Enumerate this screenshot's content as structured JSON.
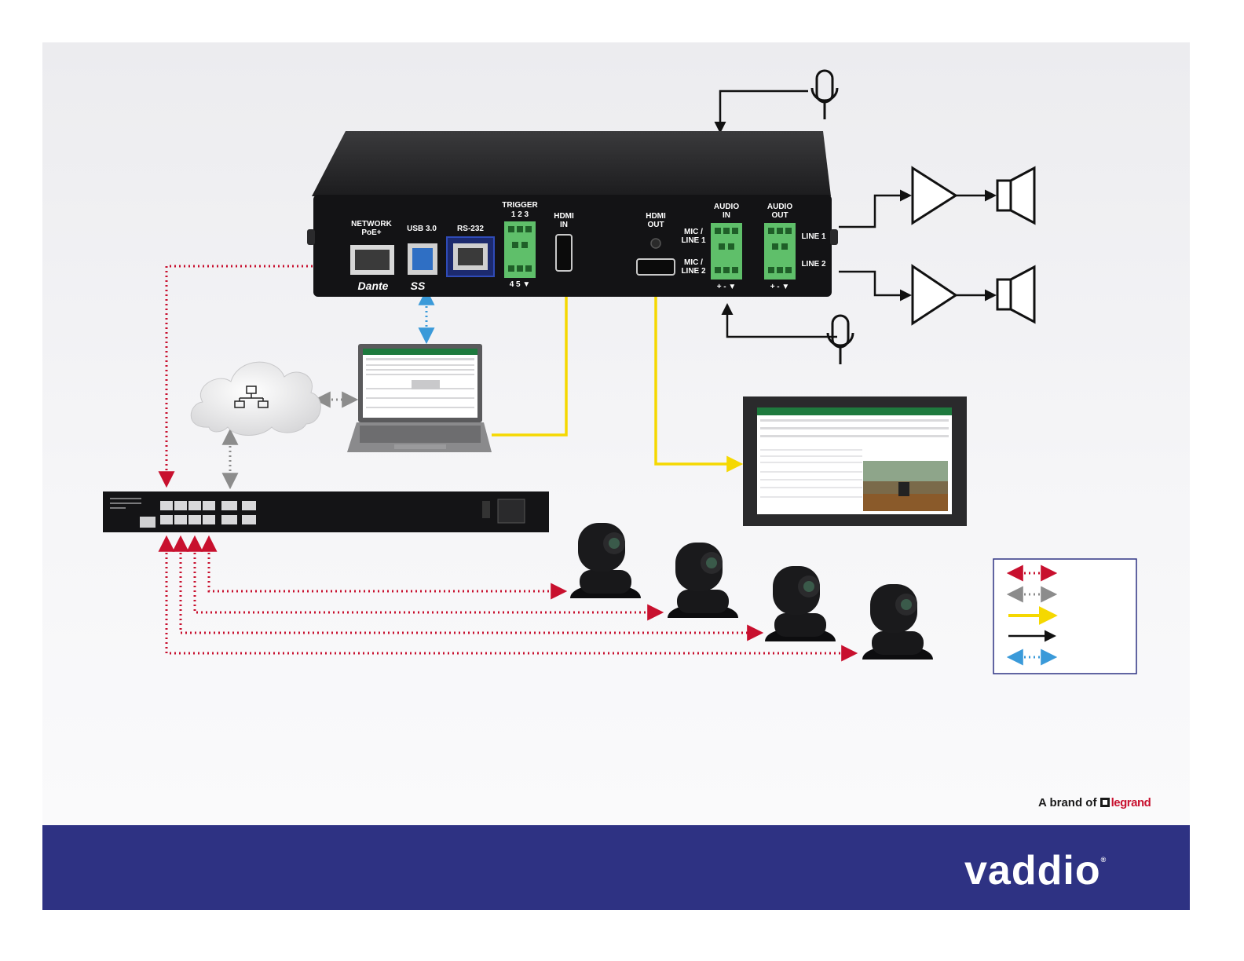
{
  "device": {
    "ports": {
      "network": [
        "NETWORK",
        "PoE+"
      ],
      "dante": "Dante",
      "usb": "USB 3.0",
      "usb_logo": "SS",
      "rs232": "RS-232",
      "trigger": "TRIGGER",
      "trigger_top_pins": "1  2  3",
      "trigger_bottom_pins": "4  5  ▼",
      "hdmi_in": [
        "HDMI",
        "IN"
      ],
      "hdmi_out": [
        "HDMI",
        "OUT"
      ],
      "audio_in": [
        "AUDIO",
        "IN"
      ],
      "audio_out": [
        "AUDIO",
        "OUT"
      ],
      "mic_line_1": [
        "MIC /",
        "LINE 1"
      ],
      "mic_line_2": [
        "MIC /",
        "LINE 2"
      ],
      "line_1": "LINE 1",
      "line_2": "LINE 2",
      "polarity": "+  -  ▼"
    }
  },
  "colors": {
    "network": "#c8102e",
    "usb": "#3a9ad9",
    "hdmi": "#f5d800",
    "audio": "#111111",
    "cloud_link": "#8c8c8c",
    "footer": "#2e3283"
  },
  "icons": [
    "microphone-icon",
    "amplifier-icon",
    "speaker-icon",
    "cloud-network-icon",
    "laptop-icon",
    "display-icon",
    "ptz-camera-icon",
    "network-switch-icon"
  ],
  "legend": {
    "entries": [
      {
        "kind": "network",
        "style": "dotted-double-arrow"
      },
      {
        "kind": "cloud",
        "style": "dotted-double-arrow"
      },
      {
        "kind": "hdmi",
        "style": "solid-arrow"
      },
      {
        "kind": "audio",
        "style": "solid-arrow"
      },
      {
        "kind": "usb",
        "style": "dotted-double-arrow"
      }
    ]
  },
  "footer": {
    "brand_of": "A brand of",
    "legrand": "legrand",
    "logo": "vaddio"
  }
}
